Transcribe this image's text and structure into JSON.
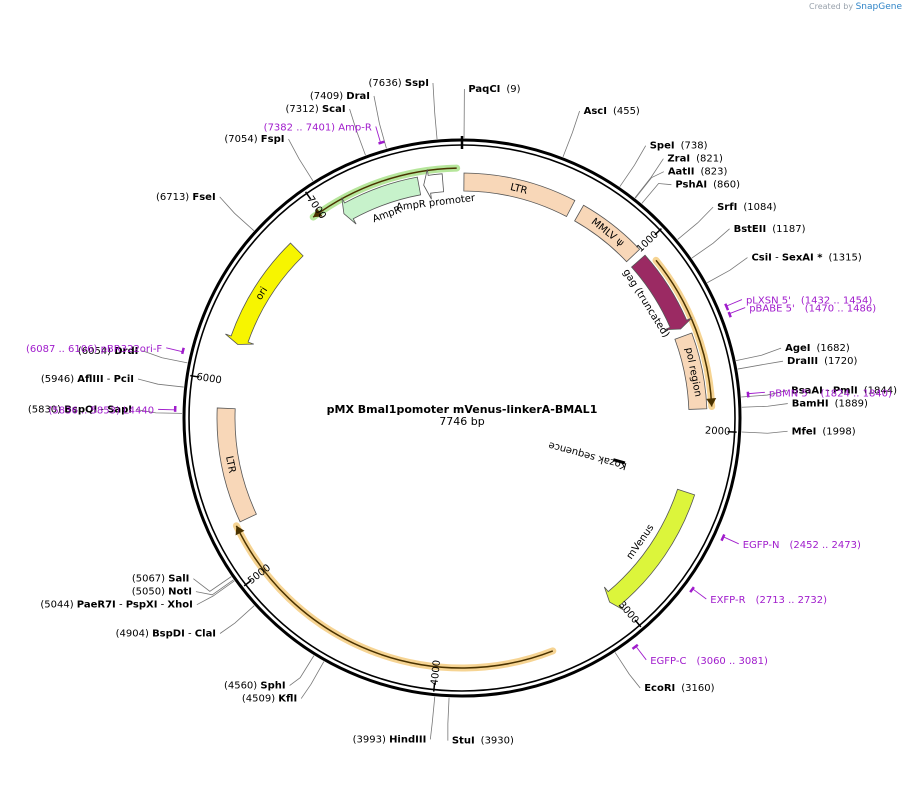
{
  "credit": {
    "prefix": "Created by",
    "brand": "SnapGene"
  },
  "plasmid": {
    "name": "pMX Bmal1pomoter mVenus-linkerA-BMAL1",
    "length_text": "7746 bp",
    "length": 7746
  },
  "ticks": [
    {
      "pos": 1000,
      "label": "1000"
    },
    {
      "pos": 2000,
      "label": "2000"
    },
    {
      "pos": 3000,
      "label": "3000"
    },
    {
      "pos": 4000,
      "label": "4000"
    },
    {
      "pos": 5000,
      "label": "5000"
    },
    {
      "pos": 6000,
      "label": "6000"
    },
    {
      "pos": 7000,
      "label": "7000"
    }
  ],
  "sites": [
    {
      "pos": 9,
      "names": [
        "PaqCI"
      ],
      "coord": "(9)",
      "side": "right"
    },
    {
      "pos": 455,
      "names": [
        "AscI"
      ],
      "coord": "(455)",
      "side": "right"
    },
    {
      "pos": 738,
      "names": [
        "SpeI"
      ],
      "coord": "(738)",
      "side": "right"
    },
    {
      "pos": 821,
      "names": [
        "ZraI"
      ],
      "coord": "(821)",
      "side": "right"
    },
    {
      "pos": 823,
      "names": [
        "AatII"
      ],
      "coord": "(823)",
      "side": "right"
    },
    {
      "pos": 860,
      "names": [
        "PshAI"
      ],
      "coord": "(860)",
      "side": "right"
    },
    {
      "pos": 1084,
      "names": [
        "SrfI"
      ],
      "coord": "(1084)",
      "side": "right"
    },
    {
      "pos": 1187,
      "names": [
        "BstEII"
      ],
      "coord": "(1187)",
      "side": "right"
    },
    {
      "pos": 1315,
      "names": [
        "CsiI",
        "SexAI *"
      ],
      "coord": "(1315)",
      "side": "right"
    },
    {
      "pos": 1682,
      "names": [
        "AgeI"
      ],
      "coord": "(1682)",
      "side": "right"
    },
    {
      "pos": 1720,
      "names": [
        "DraIII"
      ],
      "coord": "(1720)",
      "side": "right"
    },
    {
      "pos": 1844,
      "names": [
        "BsaAI",
        "PmlI"
      ],
      "coord": "(1844)",
      "side": "right"
    },
    {
      "pos": 1889,
      "names": [
        "BamHI"
      ],
      "coord": "(1889)",
      "side": "right"
    },
    {
      "pos": 1998,
      "names": [
        "MfeI"
      ],
      "coord": "(1998)",
      "side": "right"
    },
    {
      "pos": 3160,
      "names": [
        "EcoRI"
      ],
      "coord": "(3160)",
      "side": "right"
    },
    {
      "pos": 3930,
      "names": [
        "StuI"
      ],
      "coord": "(3930)",
      "side": "right"
    },
    {
      "pos": 3993,
      "names": [
        "HindIII"
      ],
      "coord": "(3993)",
      "side": "left"
    },
    {
      "pos": 4509,
      "names": [
        "KflI"
      ],
      "coord": "(4509)",
      "side": "left"
    },
    {
      "pos": 4560,
      "names": [
        "SphI"
      ],
      "coord": "(4560)",
      "side": "left"
    },
    {
      "pos": 4904,
      "names": [
        "BspDI",
        "ClaI"
      ],
      "coord": "(4904)",
      "side": "left"
    },
    {
      "pos": 5044,
      "names": [
        "PaeR7I",
        "PspXI",
        "XhoI"
      ],
      "coord": "(5044)",
      "side": "left"
    },
    {
      "pos": 5050,
      "names": [
        "NotI"
      ],
      "coord": "(5050)",
      "side": "left"
    },
    {
      "pos": 5067,
      "names": [
        "SalI"
      ],
      "coord": "(5067)",
      "side": "left"
    },
    {
      "pos": 5830,
      "names": [
        "BspQI",
        "SapI"
      ],
      "coord": "(5830)",
      "side": "left"
    },
    {
      "pos": 5946,
      "names": [
        "AflIII",
        "PciI"
      ],
      "coord": "(5946)",
      "side": "left"
    },
    {
      "pos": 6054,
      "names": [
        "DrdI"
      ],
      "coord": "(6054)",
      "side": "left"
    },
    {
      "pos": 6713,
      "names": [
        "FseI"
      ],
      "coord": "(6713)",
      "side": "left"
    },
    {
      "pos": 7054,
      "names": [
        "FspI"
      ],
      "coord": "(7054)",
      "side": "left"
    },
    {
      "pos": 7312,
      "names": [
        "ScaI"
      ],
      "coord": "(7312)",
      "side": "left"
    },
    {
      "pos": 7409,
      "names": [
        "DraI"
      ],
      "coord": "(7409)",
      "side": "left"
    },
    {
      "pos": 7636,
      "names": [
        "SspI"
      ],
      "coord": "(7636)",
      "side": "left"
    }
  ],
  "primers": [
    {
      "name": "pLXSN 5'",
      "range": "(1432 .. 1454)",
      "start": 1432,
      "end": 1454,
      "side": "right"
    },
    {
      "name": "pBABE 5'",
      "range": "(1470 .. 1486)",
      "start": 1470,
      "end": 1486,
      "side": "right"
    },
    {
      "name": "pBMN 5'",
      "range": "(1824 .. 1840)",
      "start": 1824,
      "end": 1840,
      "side": "right"
    },
    {
      "name": "EGFP-N",
      "range": "(2452 .. 2473)",
      "start": 2452,
      "end": 2473,
      "side": "right"
    },
    {
      "name": "EXFP-R",
      "range": "(2713 .. 2732)",
      "start": 2713,
      "end": 2732,
      "side": "right"
    },
    {
      "name": "EGFP-C",
      "range": "(3060 .. 3081)",
      "start": 3060,
      "end": 3081,
      "side": "right"
    },
    {
      "name": "L4440",
      "range": "(5836 .. 5853)",
      "start": 5836,
      "end": 5853,
      "side": "left"
    },
    {
      "name": "pBR322ori-F",
      "range": "(6087 .. 6106)",
      "start": 6087,
      "end": 6106,
      "side": "left"
    },
    {
      "name": "Amp-R",
      "range": "(7382 .. 7401)",
      "start": 7382,
      "end": 7401,
      "side": "left"
    }
  ],
  "features": [
    {
      "name": "LTR",
      "start": 10,
      "end": 590,
      "color": "#f8d7b8",
      "shape": "box"
    },
    {
      "name": "MMLV ψ",
      "start": 640,
      "end": 1000,
      "color": "#f8d7b8",
      "shape": "box"
    },
    {
      "name": "gag (truncated)",
      "start": 1040,
      "end": 1460,
      "color": "#9b2a63",
      "shape": "arrow-cw"
    },
    {
      "name": "pol region",
      "start": 1500,
      "end": 1890,
      "color": "#f8d7b8",
      "shape": "box"
    },
    {
      "name": "Kozak sequence",
      "start": 2268,
      "end": 2282,
      "color": "#000000",
      "shape": "tick"
    },
    {
      "name": "mVenus",
      "start": 2330,
      "end": 3040,
      "color": "#dcf53b",
      "shape": "arrow-cw"
    },
    {
      "name": "LTR",
      "start": 5270,
      "end": 5860,
      "color": "#f8d7b8",
      "shape": "box"
    },
    {
      "name": "ori",
      "start": 6200,
      "end": 6790,
      "color": "#f7f500",
      "shape": "arrow-ccw"
    },
    {
      "name": "AmpR",
      "start": 7100,
      "end": 7520,
      "color": "#c7f2cb",
      "shape": "arrow-ccw"
    },
    {
      "name": "AmpR promoter",
      "start": 7545,
      "end": 7646,
      "color": "#ffffff",
      "shape": "arrow-ccw"
    }
  ],
  "orfs": [
    {
      "start": 1880,
      "end": 1095,
      "direction": "cw",
      "color": "#f4cc80"
    },
    {
      "start": 3415,
      "end": 5260,
      "direction": "cw-mirror",
      "color": "#f4cc80"
    },
    {
      "start": 6960,
      "end": 7720,
      "direction": "ccw",
      "color": "#a9e28a"
    }
  ]
}
